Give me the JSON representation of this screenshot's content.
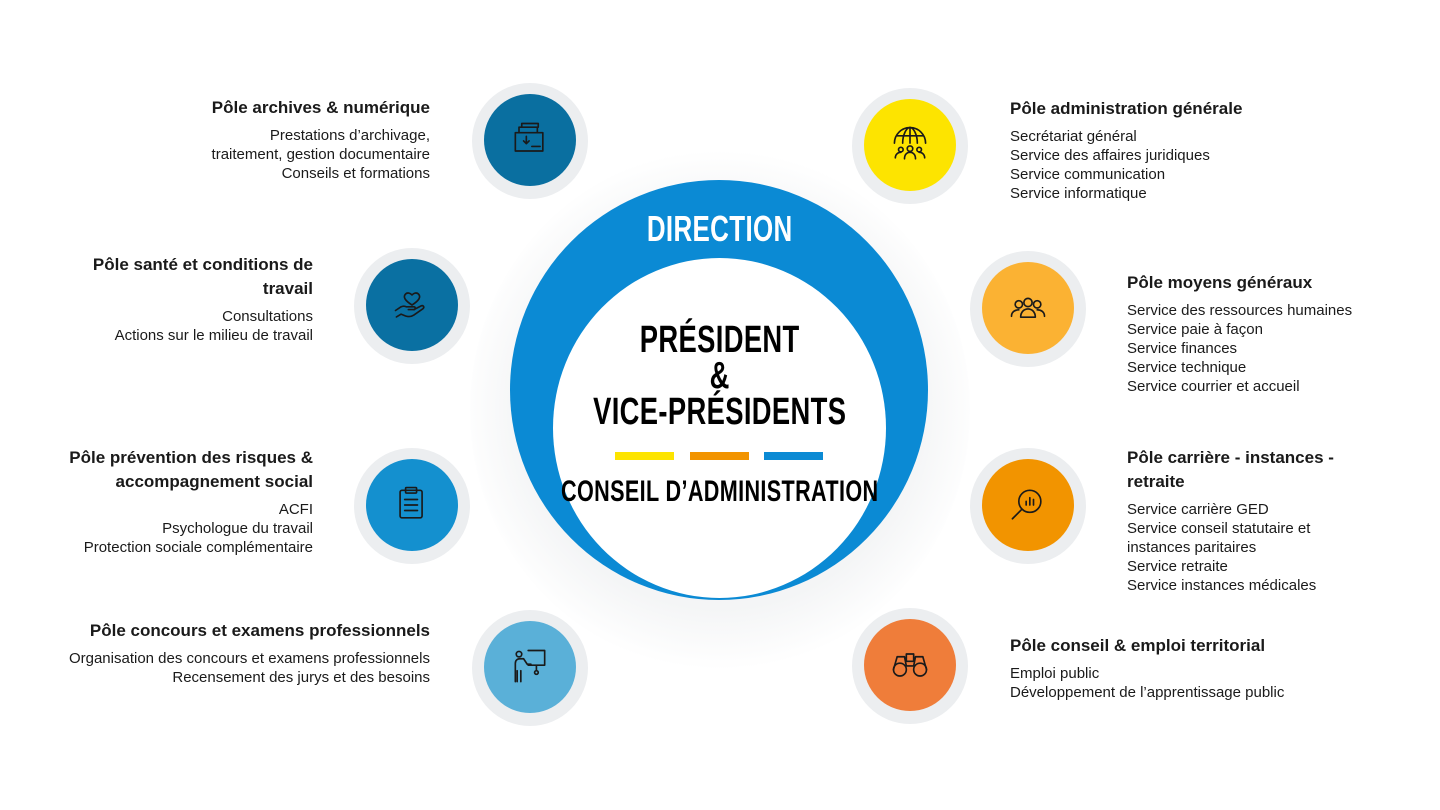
{
  "center": {
    "direction": "DIRECTION",
    "president": "PRÉSIDENT",
    "amp": "&",
    "vice": "VICE-PRÉSIDENTS",
    "conseil": "CONSEIL D’ADMINISTRATION",
    "bar_colors": [
      "#fde400",
      "#f29400",
      "#0b8ad4"
    ]
  },
  "poles": [
    {
      "title": "Pôle archives & numérique",
      "items": [
        "Prestations d’archivage,",
        "traitement, gestion documentaire",
        "Conseils et formations"
      ],
      "color": "#0a6fa0",
      "icon": "folder-icon"
    },
    {
      "title": "Pôle santé et conditions de travail",
      "items": [
        "Consultations",
        "Actions sur le milieu de travail"
      ],
      "color": "#0a70a2",
      "icon": "heart-hand-icon"
    },
    {
      "title": "Pôle prévention des risques & accompagnement social",
      "items": [
        "ACFI",
        "Psychologue du travail",
        "Protection sociale complémentaire"
      ],
      "color": "#1490cf",
      "icon": "clipboard-icon"
    },
    {
      "title": "Pôle concours et examens professionnels",
      "items": [
        "Organisation des concours et examens professionnels",
        "Recensement des jurys et des besoins"
      ],
      "color": "#5ab0d8",
      "icon": "presenter-icon"
    },
    {
      "title": "Pôle administration générale",
      "items": [
        "Secrétariat général",
        "Service des affaires juridiques",
        "Service communication",
        "Service informatique"
      ],
      "color": "#fde400",
      "icon": "globe-people-icon"
    },
    {
      "title": "Pôle moyens généraux",
      "items": [
        "Service des ressources humaines",
        "Service paie à façon",
        "Service finances",
        "Service technique",
        "Service courrier et accueil"
      ],
      "color": "#fbb233",
      "icon": "group-icon"
    },
    {
      "title": "Pôle carrière - instances - retraite",
      "items": [
        "Service carrière GED",
        "Service conseil statutaire et instances paritaires",
        "Service retraite",
        "Service instances médicales"
      ],
      "color": "#f29400",
      "icon": "magnifier-chart-icon"
    },
    {
      "title": "Pôle conseil & emploi territorial",
      "items": [
        "Emploi public",
        "Développement de l’apprentissage public"
      ],
      "color": "#ef7d3a",
      "icon": "binoculars-icon"
    }
  ]
}
